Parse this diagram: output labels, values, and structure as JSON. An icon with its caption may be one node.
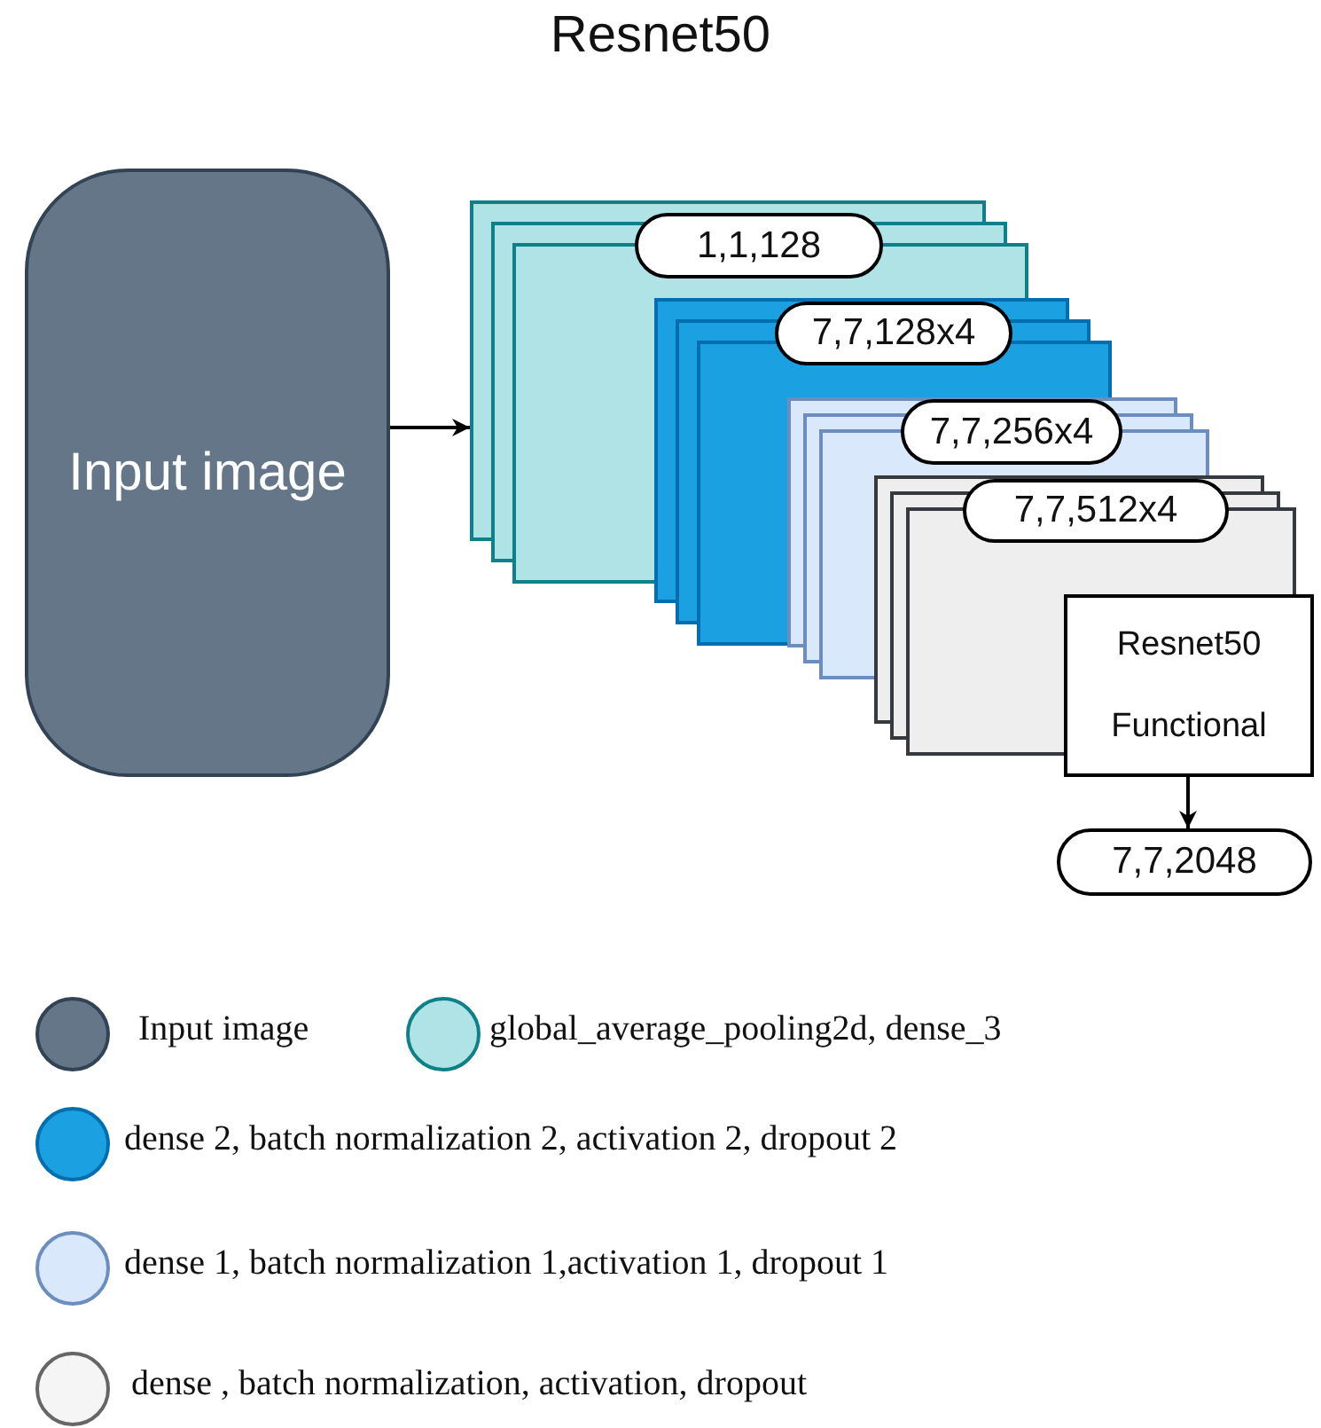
{
  "diagram": {
    "title": "Resnet50",
    "nodes": [
      {
        "text": [
          "Input image"
        ]
      },
      {
        "text": [
          "1,1,128"
        ]
      },
      {
        "text": [
          "7,7,128x4"
        ]
      },
      {
        "text": [
          "7,7,256x4"
        ]
      },
      {
        "text": [
          "7,7,512x4"
        ]
      },
      {
        "text": [
          "Resnet50 Functional"
        ]
      },
      {
        "text": [
          "7,7,2048"
        ]
      }
    ],
    "edges": [
      {
        "from": 0,
        "to": 1,
        "arrow": "to"
      },
      {
        "from": 5,
        "to": 6,
        "arrow": "to"
      }
    ],
    "legend": [
      {
        "text": "Input image",
        "color": "#647687"
      },
      {
        "text": "global_average_pooling2d, dense_3",
        "color": "#b0e3e6"
      },
      {
        "text": "dense 2, batch normalization 2, activation 2, dropout 2",
        "color": "#1ba1e2"
      },
      {
        "text": "dense 1, batch normalization 1,activation 1, dropout 1",
        "color": "#dae8fc"
      },
      {
        "text": "dense , batch normalization, activation, dropout",
        "color": "#f5f5f5"
      }
    ]
  }
}
